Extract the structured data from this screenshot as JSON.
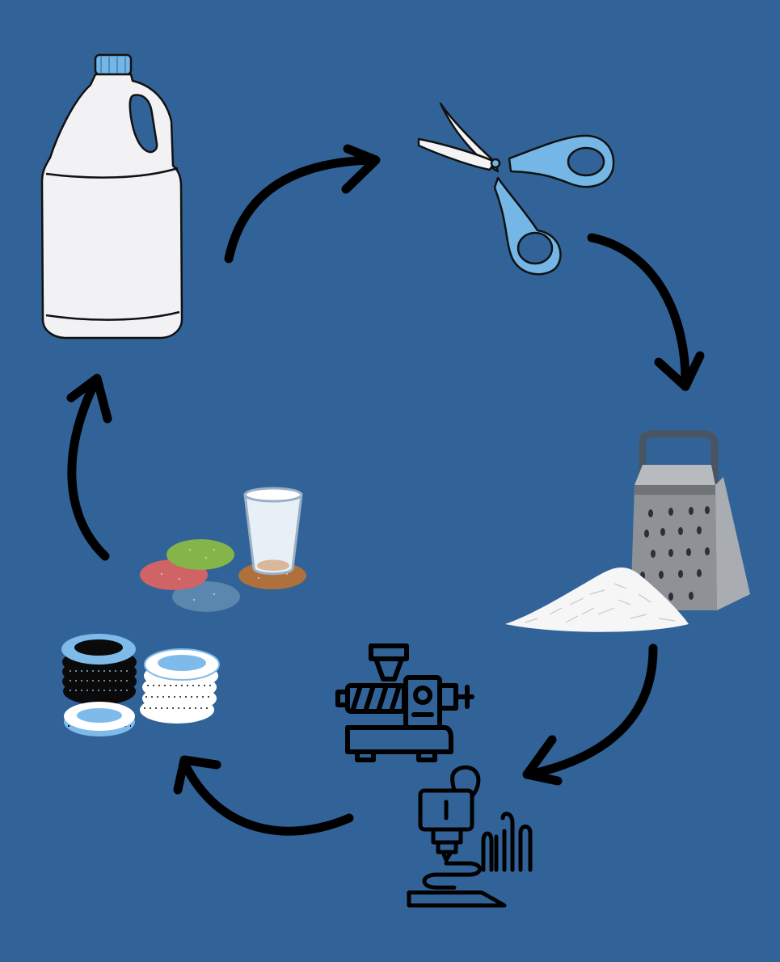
{
  "diagram": {
    "type": "cycle",
    "background_color": "#316399",
    "arrow_color": "#000000",
    "steps": [
      {
        "order": 1,
        "icon": "plastic-jug-icon",
        "accent": "#74b7e6"
      },
      {
        "order": 2,
        "icon": "scissors-icon",
        "accent": "#74b7e6"
      },
      {
        "order": 3,
        "icon": "grater-with-shreds-icon",
        "accent": "#8e9196"
      },
      {
        "order": 4,
        "icon": "filament-extruder-icon",
        "accent": "#000000"
      },
      {
        "order": 5,
        "icon": "3d-printer-icon",
        "accent": "#000000"
      },
      {
        "order": 6,
        "icon": "printed-rings-stack-icon",
        "accent": "#7fbbea"
      },
      {
        "order": 7,
        "icon": "coasters-with-glass-icon",
        "accent": "#85b449"
      }
    ],
    "arrows": [
      {
        "from": 1,
        "to": 2
      },
      {
        "from": 2,
        "to": 3
      },
      {
        "from": 3,
        "to": 5
      },
      {
        "from": 5,
        "to": 6
      },
      {
        "from": 7,
        "to": 1
      }
    ]
  }
}
